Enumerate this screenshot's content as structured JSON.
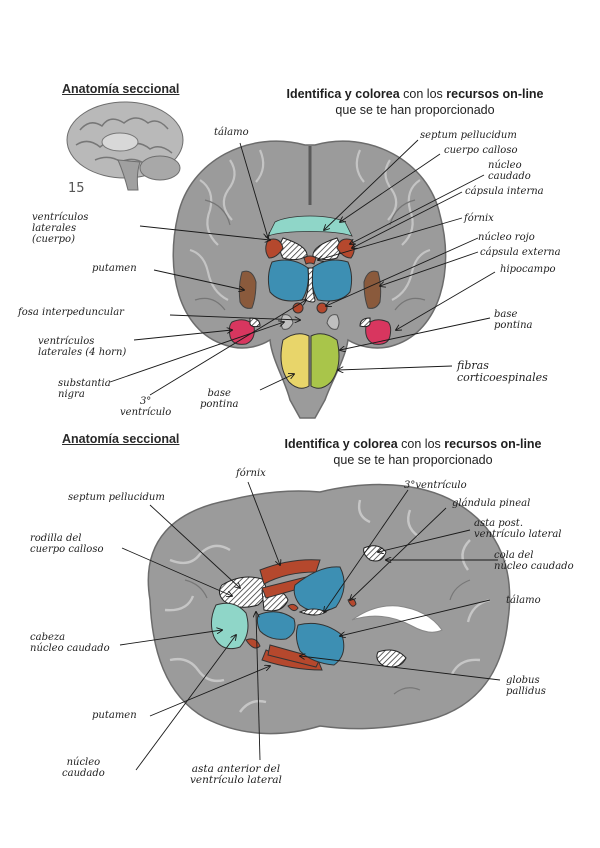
{
  "section_title": "Anatomía seccional",
  "heading": {
    "part1": "Identifica y colorea",
    "part2": " con los ",
    "part3": "recursos on-line",
    "line2": "que se te han proporcionado"
  },
  "page_number": "15",
  "coronal_labels": {
    "talamo": "tálamo",
    "septum": "septum pellucidum",
    "cuerpo_calloso": "cuerpo calloso",
    "nucleo_caudado_1": "núcleo",
    "nucleo_caudado_2": "caudado",
    "capsula_interna": "cápsula interna",
    "ventriculos_laterales_1": "ventrículos",
    "ventriculos_laterales_2": "laterales",
    "ventriculos_laterales_3": "(cuerpo)",
    "fornix": "fórnix",
    "nucleo_rojo": "núcleo rojo",
    "capsula_externa": "cápsula externa",
    "hipocampo": "hipocampo",
    "putamen": "putamen",
    "fosa_interpeduncular": "fosa interpeduncular",
    "base_pontina_r1": "base",
    "base_pontina_r2": "pontina",
    "ventriculos_horn_1": "ventrículos",
    "ventriculos_horn_2": "laterales (4 horn)",
    "fibras_1": "fibras",
    "fibras_2": "corticoespinales",
    "substantia_1": "substantia",
    "substantia_2": "nigra",
    "tercer_ventriculo_1": "3°",
    "tercer_ventriculo_2": "ventrículo",
    "base_pontina_b1": "base",
    "base_pontina_b2": "pontina"
  },
  "axial_labels": {
    "fornix": "fórnix",
    "septum": "septum pellucidum",
    "tercer_ventriculo": "3°ventrículo",
    "glandula_pineal": "glándula pineal",
    "asta_post_1": "asta post.",
    "asta_post_2": "ventrículo lateral",
    "rodilla_1": "rodilla del",
    "rodilla_2": "cuerpo calloso",
    "cola_1": "cola del",
    "cola_2": "núcleo caudado",
    "talamo": "tálamo",
    "cabeza_1": "cabeza",
    "cabeza_2": "núcleo caudado",
    "globus_1": "globus",
    "globus_2": "pallidus",
    "putamen": "putamen",
    "nucleo_caudado_1": "núcleo",
    "nucleo_caudado_2": "caudado",
    "asta_anterior_1": "asta anterior del",
    "asta_anterior_2": "ventrículo lateral"
  },
  "colors": {
    "teal": "#8fd6c8",
    "blue": "#3d8fb3",
    "brown_red": "#b5482d",
    "yellow": "#e8d56a",
    "green": "#a9c54a",
    "pink": "#d8365f",
    "brain_gray": "#9b9b9b"
  }
}
